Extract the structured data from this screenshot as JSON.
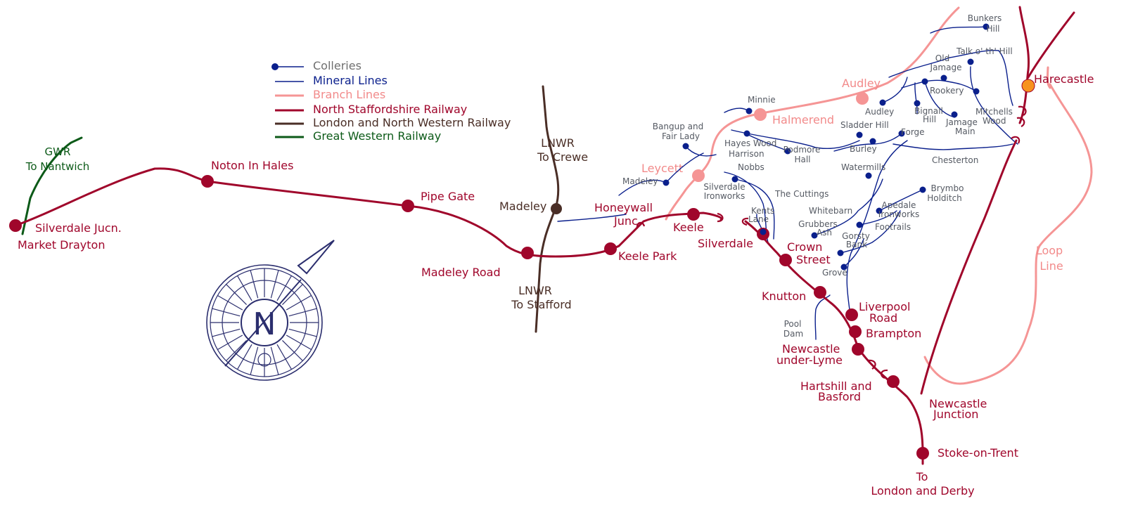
{
  "legend": {
    "collieries": "Colleries",
    "mineral": "Mineral Lines",
    "branch": "Branch Lines",
    "nsr": "North Staffordshire Railway",
    "lnwr": "London and North Western Railway",
    "gwr": "Great Western Railway"
  },
  "colors": {
    "north_staffordshire": "#a0062b",
    "branch": "#f59595",
    "lnwr": "#4a2e26",
    "gwr": "#0c5a18",
    "mineral": "#0a1f8c",
    "harecastle": "#f7931e"
  },
  "compass": {
    "letter": "N"
  },
  "main_line": {
    "silverdale_jucn": "Silverdale Jucn.",
    "market_drayton": "Market Drayton",
    "noton": "Noton In Hales",
    "pipe_gate": "Pipe Gate",
    "madeley_road": "Madeley Road",
    "keele_park": "Keele Park",
    "honeywall_1": "Honeywall",
    "honeywall_2": "Junc",
    "keele": "Keele",
    "silverdale": "Silverdale",
    "crown_1": "Crown",
    "crown_2": "Street",
    "knutton": "Knutton",
    "liverpool_1": "Liverpool",
    "liverpool_2": "Road",
    "brampton": "Brampton",
    "newcastle_1": "Newcastle",
    "newcastle_2": "under-Lyme",
    "hartshill_1": "Hartshill and",
    "hartshill_2": "Basford",
    "newcastle_jn_1": "Newcastle",
    "newcastle_jn_2": "Junction",
    "stoke": "Stoke-on-Trent",
    "to_london_1": "To",
    "to_london_2": "London and Derby",
    "harecastle": "Harecastle"
  },
  "branch_line": {
    "audley": "Audley",
    "halmerend": "Halmerend",
    "leycett": "Leycett",
    "loop_1": "Loop",
    "loop_2": "Line"
  },
  "lnwr": {
    "to_crewe_1": "LNWR",
    "to_crewe_2": "To Crewe",
    "madeley": "Madeley",
    "to_stafford_1": "LNWR",
    "to_stafford_2": "To Stafford"
  },
  "gwr": {
    "line_1": "GWR",
    "line_2": "To Nantwich"
  },
  "collieries": {
    "bunkers_1": "Bunkers",
    "bunkers_2": "Hill",
    "talk": "Talk o' th' Hill",
    "old_jamage_1": "Old",
    "old_jamage_2": "Jamage",
    "rookery": "Rookery",
    "minnie": "Minnie",
    "audley": "Audley",
    "bignall_1": "Bignall",
    "bignall_2": "Hill",
    "jamage_main_1": "Jamage",
    "jamage_main_2": "Main",
    "mitchells_1": "Mitchells",
    "mitchells_2": "Wood",
    "bangup_1": "Bangup and",
    "bangup_2": "Fair Lady",
    "sladder": "Sladder Hill",
    "forge": "Forge",
    "hayes": "Hayes Wood",
    "harrison": "Harrison",
    "podmore_1": "Podmore",
    "podmore_2": "Hall",
    "burley": "Burley",
    "chesterton": "Chesterton",
    "nobbs": "Nobbs",
    "watermills": "Watermills",
    "madeley": "Madeley",
    "silverdale_iw_1": "Silverdale",
    "silverdale_iw_2": "Ironworks",
    "cuttings": "The Cuttings",
    "brymbo_1": "Brymbo",
    "brymbo_2": "Holditch",
    "apedale_1": "Apedale",
    "apedale_2": "Ironworks",
    "kents_1": "Kents",
    "kents_2": "Lane",
    "whitebarn": "Whitebarn",
    "grubbers_1": "Grubbers",
    "grubbers_2": "Ash",
    "footrails": "Footrails",
    "gorsty_1": "Gorsty",
    "gorsty_2": "Bank",
    "grove": "Grove",
    "pool_dam_1": "Pool",
    "pool_dam_2": "Dam"
  }
}
